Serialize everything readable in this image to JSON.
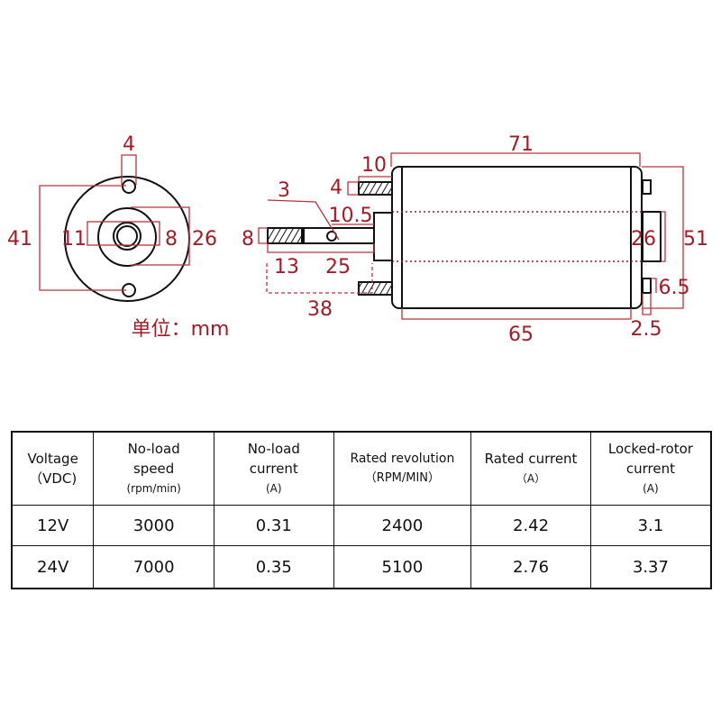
{
  "colors": {
    "dimension": "#a01c28",
    "outline": "#111111"
  },
  "front_view": {
    "hole_dia": "4",
    "hole_spacing": "41",
    "boss_width": "11",
    "shaft_dia": "8",
    "boss_dia": "26"
  },
  "side_view": {
    "body_length_total": "71",
    "stud_length": "10",
    "stud_dia": "4",
    "pin_dia": "3",
    "boss_length": "10.5",
    "shaft_dia": "8",
    "thread_length": "13",
    "shaft_length": "25",
    "shaft_total": "38",
    "rear_boss_dia": "26",
    "body_dia": "51",
    "terminal_height": "6.5",
    "body_length": "65",
    "terminal_width": "2.5"
  },
  "unit_label": "单位：mm",
  "table": {
    "headers": [
      {
        "l1": "Voltage",
        "l2": "（VDC)"
      },
      {
        "l1": "No-load",
        "l2": "speed",
        "l3": "(rpm/min)"
      },
      {
        "l1": "No-load",
        "l2": "current",
        "l3": "(A)"
      },
      {
        "l1": "Rated revolution",
        "l2": "（RPM/MIN）"
      },
      {
        "l1": "Rated current",
        "l2": "（A）"
      },
      {
        "l1": "Locked-rotor",
        "l2": "current",
        "l3": "(A)"
      }
    ],
    "rows": [
      [
        "12V",
        "3000",
        "0.31",
        "2400",
        "2.42",
        "3.1"
      ],
      [
        "24V",
        "7000",
        "0.35",
        "5100",
        "2.76",
        "3.37"
      ]
    ]
  }
}
